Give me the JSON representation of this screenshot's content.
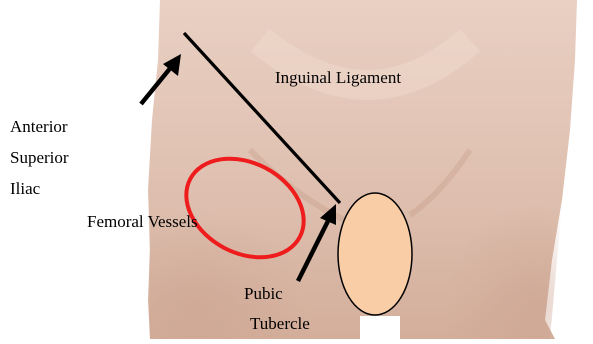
{
  "labels": {
    "inguinal_ligament": "Inguinal Ligament",
    "asis_line1": "Anterior",
    "asis_line2": "Superior",
    "asis_line3": "Iliac",
    "femoral_vessels": "Femoral Vessels",
    "pubic_line1": "Pubic",
    "pubic_line2": "Tubercle"
  },
  "colors": {
    "background": "#ffffff",
    "skin_light": "#e7cdc0",
    "skin_mid": "#d9b6a4",
    "skin_shadow": "#c59c89",
    "ligament_line": "#000000",
    "arrow": "#000000",
    "vessel_ring": "#ee1c1c",
    "modesty_oval": "#f9cda6",
    "modesty_outline": "#000000"
  }
}
